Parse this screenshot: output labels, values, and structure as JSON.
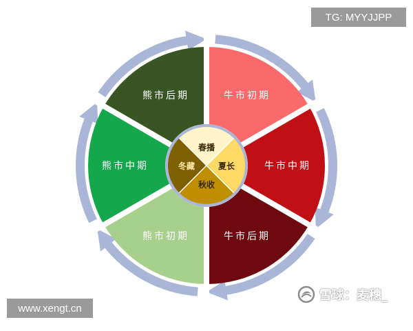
{
  "watermarks": {
    "telegram": "TG: MYYJJPP",
    "url": "www.xengt.cn",
    "brand": "雪球：麦穗_"
  },
  "icons": {
    "brand_icon": "snowball-logo-icon"
  },
  "diagram": {
    "segments": [
      {
        "id": "bull-early",
        "label": "牛市初期",
        "color": "#fb6a6a",
        "text_color": "#ffffff"
      },
      {
        "id": "bull-mid",
        "label": "牛市中期",
        "color": "#c00f15",
        "text_color": "#ffffff"
      },
      {
        "id": "bull-late",
        "label": "牛市后期",
        "color": "#6e0a0f",
        "text_color": "#ffffff"
      },
      {
        "id": "bear-early",
        "label": "熊市初期",
        "color": "#a8d08d",
        "text_color": "#ffffff"
      },
      {
        "id": "bear-mid",
        "label": "熊市中期",
        "color": "#14a74c",
        "text_color": "#ffffff"
      },
      {
        "id": "bear-late",
        "label": "熊市后期",
        "color": "#385623",
        "text_color": "#ffffff"
      }
    ],
    "seasons": [
      {
        "id": "spring",
        "label": "春播",
        "color": "#fff3c9",
        "text_color": "#3a2a00"
      },
      {
        "id": "summer",
        "label": "夏长",
        "color": "#ffd966",
        "text_color": "#3a2a00"
      },
      {
        "id": "autumn",
        "label": "秋收",
        "color": "#bf8f00",
        "text_color": "#3a2a00"
      },
      {
        "id": "winter",
        "label": "冬藏",
        "color": "#7f6000",
        "text_color": "#ffe9a8"
      }
    ],
    "ring_color": "#aab6d8",
    "gap_color": "#ffffff"
  }
}
